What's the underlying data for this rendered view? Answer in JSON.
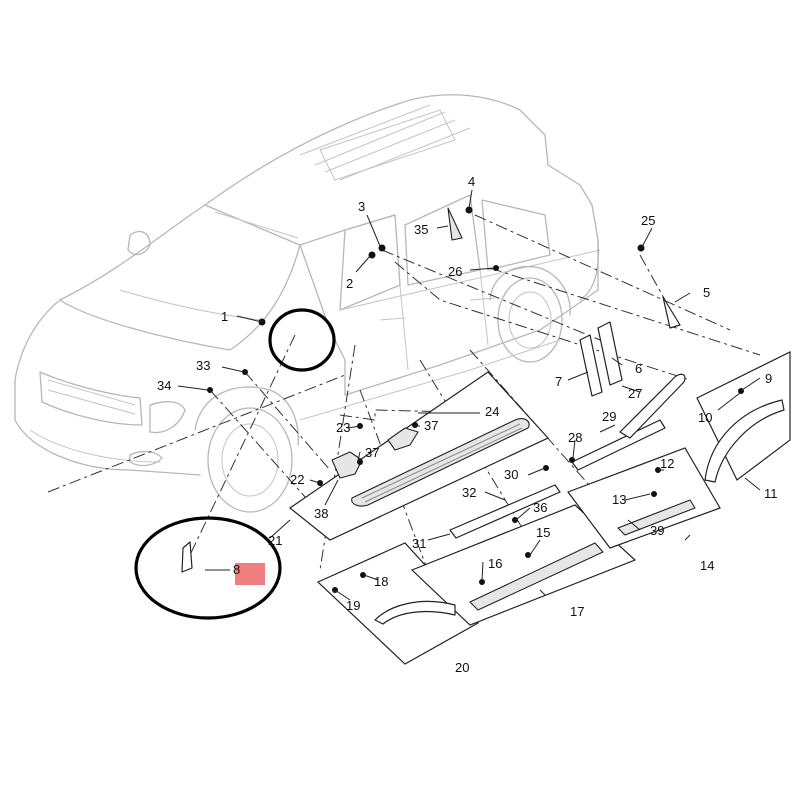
{
  "labels": {
    "l1": "1",
    "l2": "2",
    "l3": "3",
    "l4": "4",
    "l5": "5",
    "l6": "6",
    "l7": "7",
    "l8": "8",
    "l9": "9",
    "l10": "10",
    "l11": "11",
    "l12": "12",
    "l13": "13",
    "l14": "14",
    "l15": "15",
    "l16": "16",
    "l17": "17",
    "l18": "18",
    "l19": "19",
    "l20": "20",
    "l21": "21",
    "l22": "22",
    "l23": "23",
    "l24": "24",
    "l25": "25",
    "l26": "26",
    "l27": "27",
    "l28": "28",
    "l29": "29",
    "l30": "30",
    "l31": "31",
    "l32": "32",
    "l33": "33",
    "l34": "34",
    "l35": "35",
    "l36": "36",
    "l37a": "37",
    "l37b": "37",
    "l38": "38",
    "l39": "39"
  },
  "colors": {
    "highlight": "#f07070",
    "callout": "#000000",
    "car_outline": "#b7b7b7"
  },
  "icons": [
    "suv-vehicle-outline",
    "callout-circle",
    "highlight-marker"
  ]
}
